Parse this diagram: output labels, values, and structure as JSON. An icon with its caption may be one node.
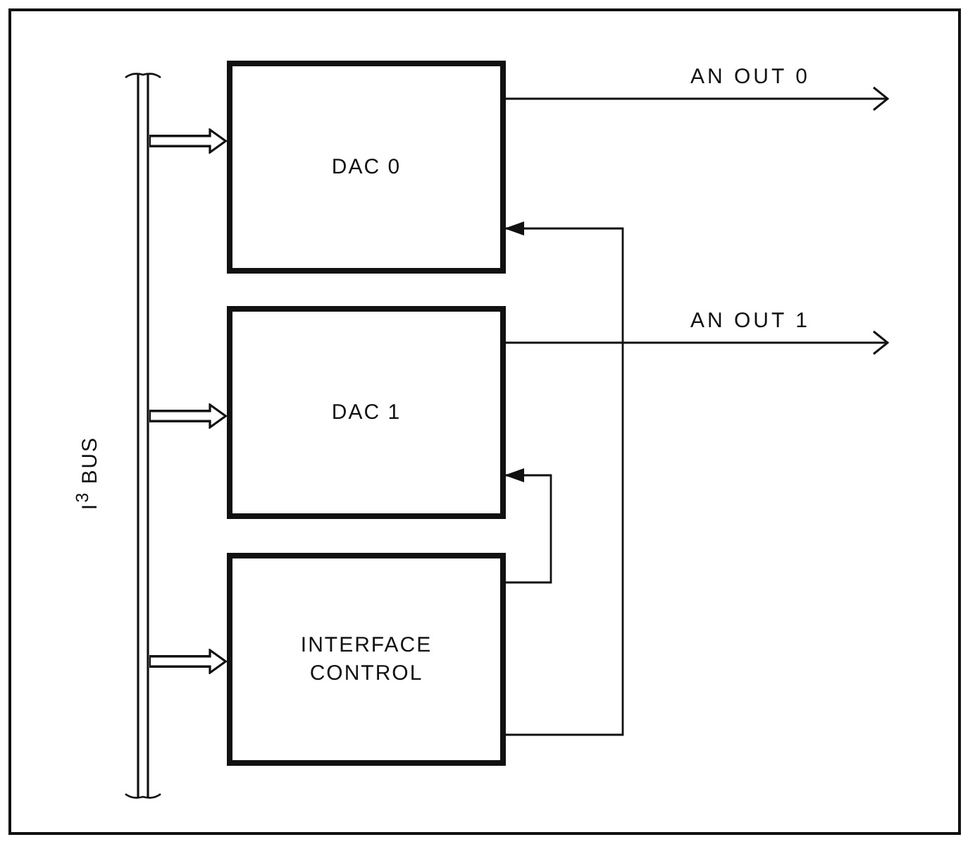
{
  "diagram": {
    "nodes": [
      {
        "text": [],
        "shape": "bar",
        "beside": [
          "I$^{3}$ BUS"
        ]
      },
      {
        "text": [
          "DAC 0"
        ]
      },
      {
        "text": [
          "DAC 1"
        ]
      },
      {
        "text": [
          "INTERFACE CONTROL"
        ]
      }
    ],
    "edges": [
      {
        "from": 0,
        "to": 1,
        "arrow": "to",
        "style": "thick"
      },
      {
        "from": 0,
        "to": 2,
        "arrow": "to",
        "style": "thick"
      },
      {
        "from": 0,
        "to": 3,
        "arrow": "to",
        "style": "thick"
      },
      {
        "from": 1,
        "to": null,
        "arrow": "to",
        "label": "AN OUT 0"
      },
      {
        "from": 2,
        "to": null,
        "arrow": "to",
        "label": "AN OUT 1"
      },
      {
        "from": 3,
        "to": 1,
        "arrow": "to"
      },
      {
        "from": 3,
        "to": 2,
        "arrow": "to"
      }
    ]
  }
}
